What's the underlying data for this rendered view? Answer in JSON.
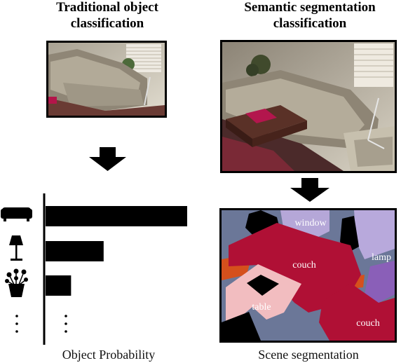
{
  "left_panel": {
    "title_line1": "Traditional object",
    "title_line2": "classification",
    "caption": "Object Probability",
    "icons": [
      "sofa-icon",
      "lamp-icon",
      "flower-pot-icon"
    ],
    "chart_data": {
      "type": "bar",
      "orientation": "horizontal",
      "categories": [
        "sofa-icon",
        "lamp-icon",
        "flower-pot-icon"
      ],
      "values": [
        1.0,
        0.41,
        0.18
      ],
      "xlabel": "Object Probability",
      "xlim": [
        0,
        1
      ],
      "grid": false,
      "more_rows_indicated": true
    }
  },
  "right_panel": {
    "title_line1": "Semantic segmentation",
    "title_line2": "classification",
    "caption": "Scene segmentation",
    "labels": {
      "window": "window",
      "couch_top": "couch",
      "lamp": "lamp",
      "table": "table",
      "couch_bottom": "couch"
    }
  },
  "colors": {
    "couch_segment": "#b01035",
    "window_segment": "#b5a7d8",
    "table_segment": "#f2bdc0",
    "wall_segment": "#6b7798",
    "floor_segment": "#d5501c",
    "lamp_segment": "#8a5fb8",
    "bar": "#000000"
  }
}
